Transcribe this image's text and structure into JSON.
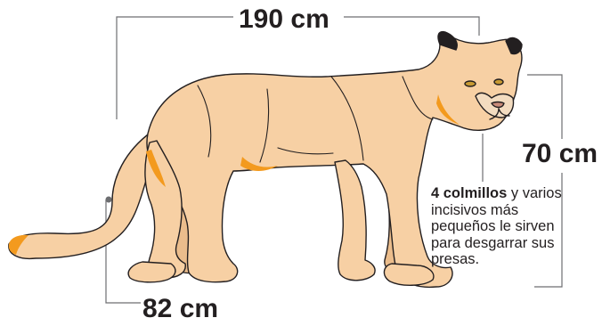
{
  "measurements": {
    "length": "190 cm",
    "height": "70 cm",
    "tail": "82 cm"
  },
  "caption": {
    "bold": "4 colmillos",
    "rest": " y varios incisivos más pequeños le sirven para desgarrar sus presas."
  },
  "colors": {
    "fur": "#f7d0a4",
    "accent": "#f39a1e",
    "outline": "#231f20",
    "guide_lines": "#6d6e71",
    "eye": "#c79a34",
    "nose": "#c98b7a"
  },
  "icons": [
    "puma-illustration",
    "measurement-guide-lines",
    "tail-marker-dot"
  ]
}
